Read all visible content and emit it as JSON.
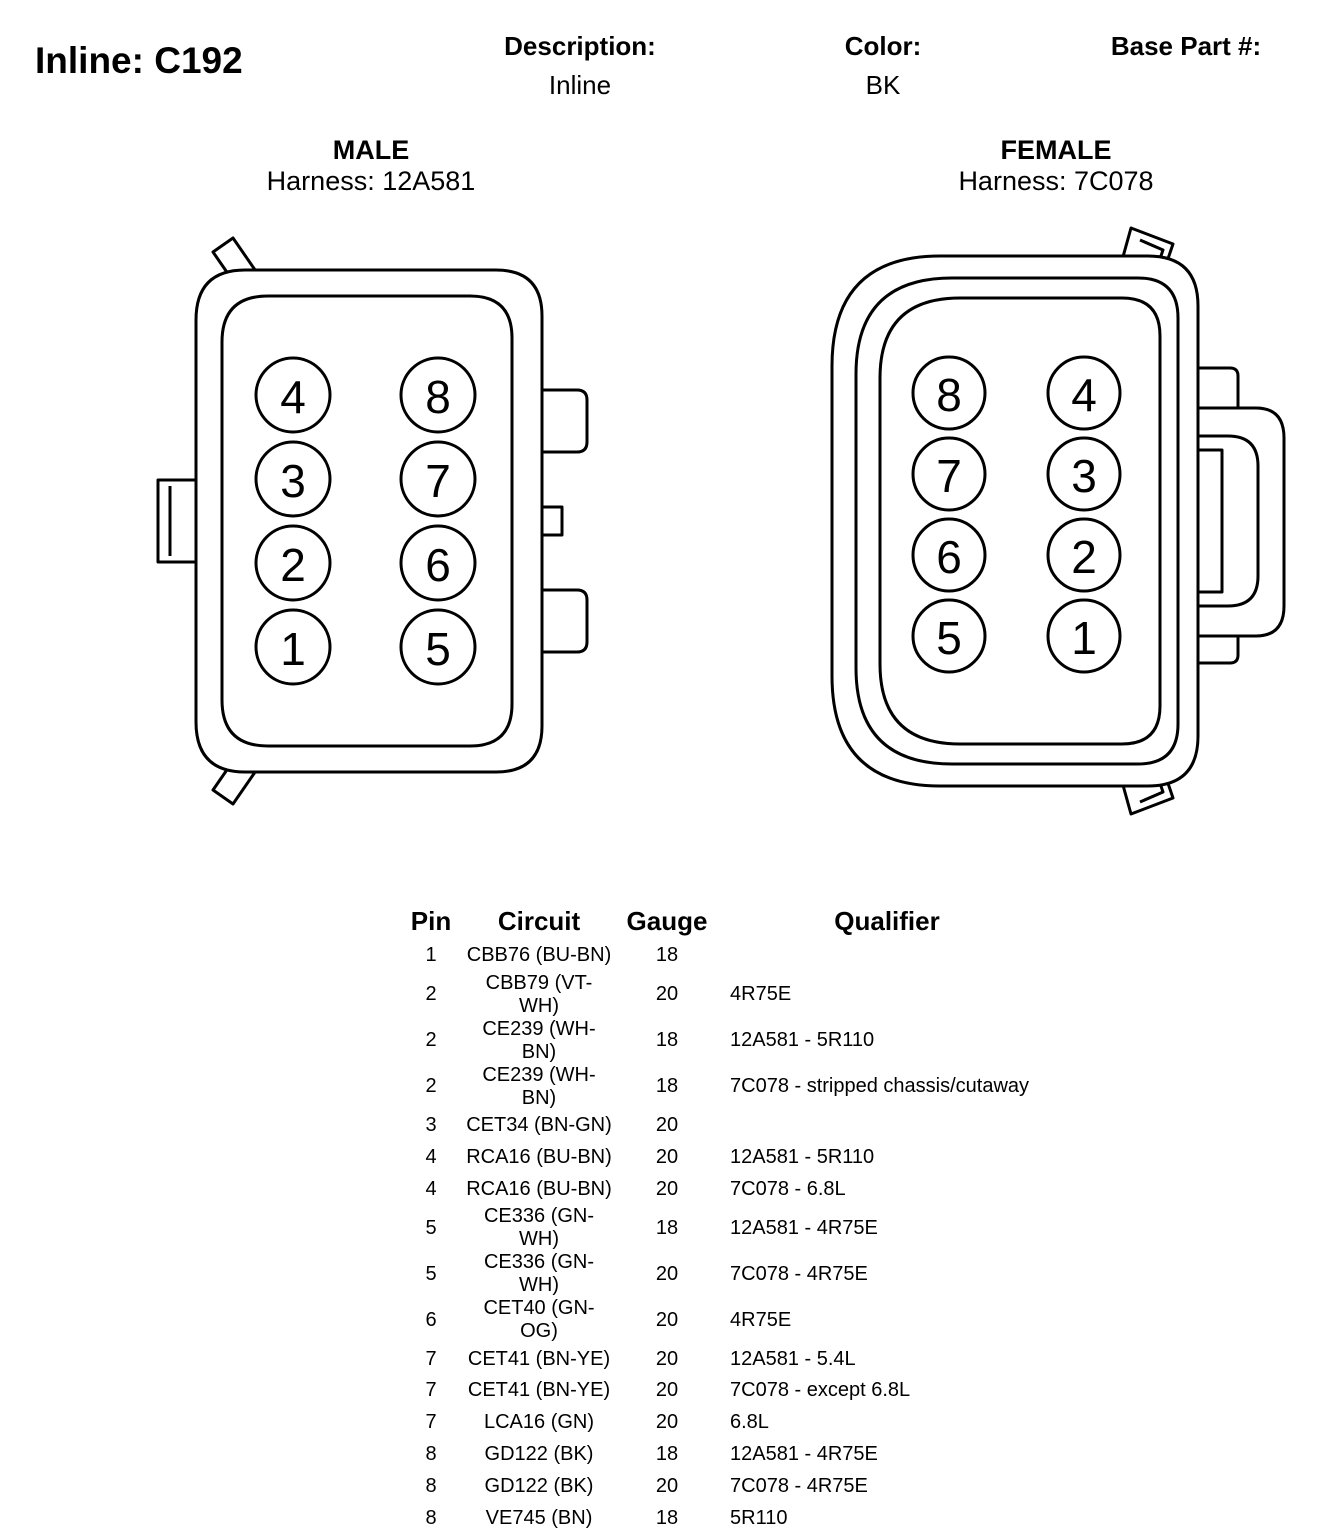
{
  "header": {
    "title": "Inline: C192",
    "description_label": "Description:",
    "description_value": "Inline",
    "color_label": "Color:",
    "color_value": "BK",
    "base_part_label": "Base Part #:"
  },
  "male": {
    "title": "MALE",
    "harness": "Harness: 12A581",
    "pins": [
      "1",
      "2",
      "3",
      "4",
      "5",
      "6",
      "7",
      "8"
    ]
  },
  "female": {
    "title": "FEMALE",
    "harness": "Harness: 7C078",
    "pins": [
      "1",
      "2",
      "3",
      "4",
      "5",
      "6",
      "7",
      "8"
    ]
  },
  "table": {
    "headers": [
      "Pin",
      "Circuit",
      "Gauge",
      "Qualifier"
    ],
    "rows": [
      {
        "pin": "1",
        "circuit": "CBB76 (BU-BN)",
        "gauge": "18",
        "qualifier": ""
      },
      {
        "pin": "2",
        "circuit": "CBB79 (VT-WH)",
        "gauge": "20",
        "qualifier": "4R75E"
      },
      {
        "pin": "2",
        "circuit": "CE239 (WH-BN)",
        "gauge": "18",
        "qualifier": "12A581 - 5R110"
      },
      {
        "pin": "2",
        "circuit": "CE239 (WH-BN)",
        "gauge": "18",
        "qualifier": "7C078 - stripped chassis/cutaway"
      },
      {
        "pin": "3",
        "circuit": "CET34 (BN-GN)",
        "gauge": "20",
        "qualifier": ""
      },
      {
        "pin": "4",
        "circuit": "RCA16 (BU-BN)",
        "gauge": "20",
        "qualifier": "12A581 - 5R110"
      },
      {
        "pin": "4",
        "circuit": "RCA16 (BU-BN)",
        "gauge": "20",
        "qualifier": "7C078 - 6.8L"
      },
      {
        "pin": "5",
        "circuit": "CE336 (GN-WH)",
        "gauge": "18",
        "qualifier": "12A581 - 4R75E"
      },
      {
        "pin": "5",
        "circuit": "CE336 (GN-WH)",
        "gauge": "20",
        "qualifier": "7C078 - 4R75E"
      },
      {
        "pin": "6",
        "circuit": "CET40 (GN-OG)",
        "gauge": "20",
        "qualifier": "4R75E"
      },
      {
        "pin": "7",
        "circuit": "CET41 (BN-YE)",
        "gauge": "20",
        "qualifier": "12A581 - 5.4L"
      },
      {
        "pin": "7",
        "circuit": "CET41 (BN-YE)",
        "gauge": "20",
        "qualifier": "7C078 - except 6.8L"
      },
      {
        "pin": "7",
        "circuit": "LCA16 (GN)",
        "gauge": "20",
        "qualifier": "6.8L"
      },
      {
        "pin": "8",
        "circuit": "GD122 (BK)",
        "gauge": "18",
        "qualifier": "12A581 - 4R75E"
      },
      {
        "pin": "8",
        "circuit": "GD122 (BK)",
        "gauge": "20",
        "qualifier": "7C078 - 4R75E"
      },
      {
        "pin": "8",
        "circuit": "VE745 (BN)",
        "gauge": "18",
        "qualifier": "5R110"
      }
    ]
  }
}
